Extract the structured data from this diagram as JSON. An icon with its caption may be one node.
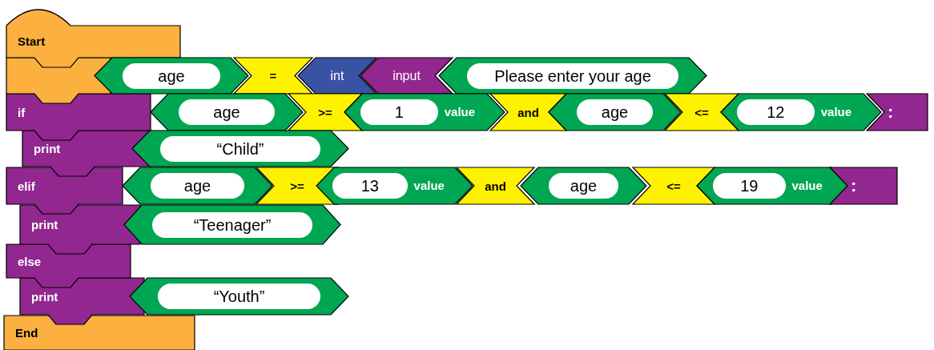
{
  "diagram": {
    "nodes": [
      {
        "text": [
          "Start"
        ]
      },
      {
        "text": [],
        "shape": "box"
      },
      {
        "text": [
          "age"
        ]
      },
      {
        "text": [
          "="
        ]
      },
      {
        "text": [
          "int"
        ]
      },
      {
        "text": [
          "input"
        ]
      },
      {
        "text": [
          "Please enter your age"
        ]
      },
      {
        "text": [
          "if"
        ]
      },
      {
        "text": [
          "age"
        ]
      },
      {
        "text": [
          ">="
        ]
      },
      {
        "text": [
          "1",
          "value"
        ]
      },
      {
        "text": [
          "and"
        ]
      },
      {
        "text": [
          "age"
        ]
      },
      {
        "text": [
          "<="
        ]
      },
      {
        "text": [
          "12",
          "value"
        ]
      },
      {
        "text": [
          ":"
        ]
      },
      {
        "text": [
          "print"
        ]
      },
      {
        "text": [
          "“Child”"
        ]
      },
      {
        "text": [
          "elif"
        ]
      },
      {
        "text": [
          "age"
        ]
      },
      {
        "text": [
          ">="
        ]
      },
      {
        "text": [
          "13",
          "value"
        ]
      },
      {
        "text": [
          "and"
        ]
      },
      {
        "text": [
          "age"
        ]
      },
      {
        "text": [
          "<="
        ]
      },
      {
        "text": [
          "19",
          "value"
        ]
      },
      {
        "text": [
          ":"
        ]
      },
      {
        "text": [
          "print"
        ]
      },
      {
        "text": [
          "“Teenager”"
        ]
      },
      {
        "text": [
          "else"
        ]
      },
      {
        "text": [
          "print"
        ]
      },
      {
        "text": [
          "“Youth”"
        ]
      },
      {
        "text": [
          "End"
        ]
      }
    ]
  }
}
